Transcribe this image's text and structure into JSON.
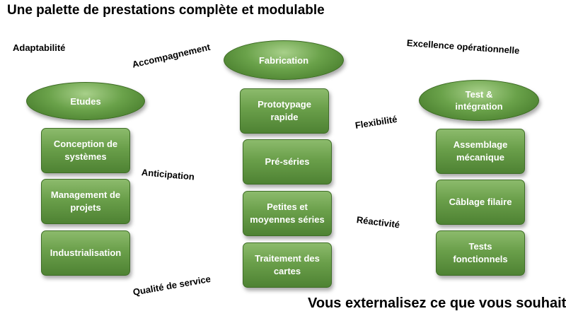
{
  "title": "Une palette de prestations complète et modulable",
  "footer": "Vous externalisez ce que vous souhaitez",
  "keywords": {
    "adaptabilite": "Adaptabilité",
    "accompagnement": "Accompagnement",
    "excellence": "Excellence opérationnelle",
    "flexibilite": "Flexibilité",
    "anticipation": "Anticipation",
    "reactivite": "Réactivité",
    "qualite": "Qualité de service"
  },
  "columns": {
    "etudes": {
      "header": "Etudes",
      "items": [
        "Conception de\nsystèmes",
        "Management de\nprojets",
        "Industrialisation"
      ]
    },
    "fabrication": {
      "header": "Fabrication",
      "items": [
        "Prototypage\nrapide",
        "Pré-séries",
        "Petites et\nmoyennes séries",
        "Traitement des\ncartes"
      ]
    },
    "test": {
      "header": "Test &\nintégration",
      "items": [
        "Assemblage\nmécanique",
        "Câblage filaire",
        "Tests\nfonctionnels"
      ]
    }
  }
}
